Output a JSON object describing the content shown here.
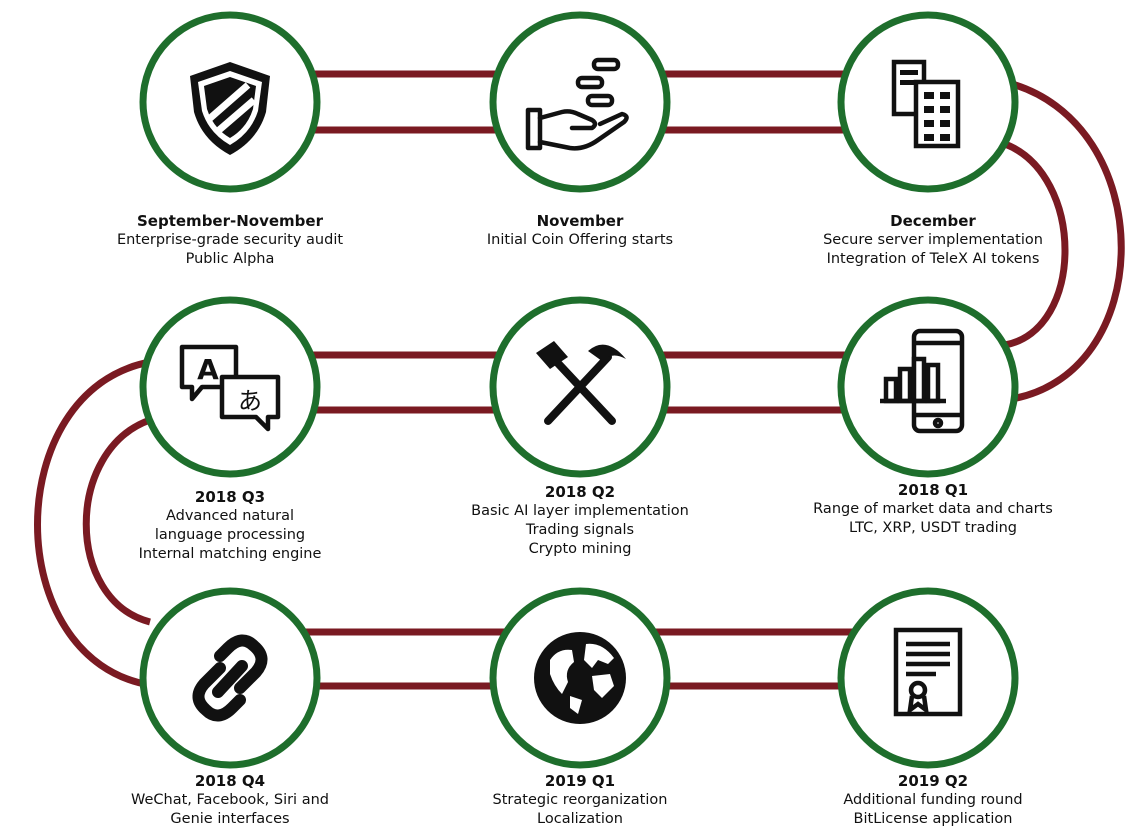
{
  "roadmap": {
    "colors": {
      "connector": "#7a1a22",
      "node_ring": "#1e6e2c",
      "node_fill": "#ffffff",
      "icon": "#111111"
    },
    "milestones": [
      {
        "title": "September-November",
        "lines": [
          "Enterprise-grade security audit",
          "Public Alpha"
        ],
        "icon": "shield-icon"
      },
      {
        "title": "November",
        "lines": [
          "Initial Coin Offering starts"
        ],
        "icon": "hand-coins-icon"
      },
      {
        "title": "December",
        "lines": [
          "Secure server implementation",
          "Integration of TeleX AI tokens"
        ],
        "icon": "server-icon"
      },
      {
        "title": "2018 Q1",
        "lines": [
          "Range of market data and charts",
          "LTC, XRP, USDT trading"
        ],
        "icon": "smartphone-chart-icon"
      },
      {
        "title": "2018 Q2",
        "lines": [
          "Basic AI layer implementation",
          "Trading signals",
          "Crypto mining"
        ],
        "icon": "pickaxe-hammer-icon"
      },
      {
        "title": "2018 Q3",
        "lines": [
          "Advanced natural",
          "language processing",
          "Internal matching engine"
        ],
        "icon": "translate-icon"
      },
      {
        "title": "2018 Q4",
        "lines": [
          "WeChat, Facebook, Siri and",
          "Genie interfaces"
        ],
        "icon": "link-icon"
      },
      {
        "title": "2019 Q1",
        "lines": [
          "Strategic reorganization",
          "Localization"
        ],
        "icon": "globe-icon"
      },
      {
        "title": "2019 Q2",
        "lines": [
          "Additional funding round",
          "BitLicense application"
        ],
        "icon": "certificate-icon"
      }
    ]
  }
}
